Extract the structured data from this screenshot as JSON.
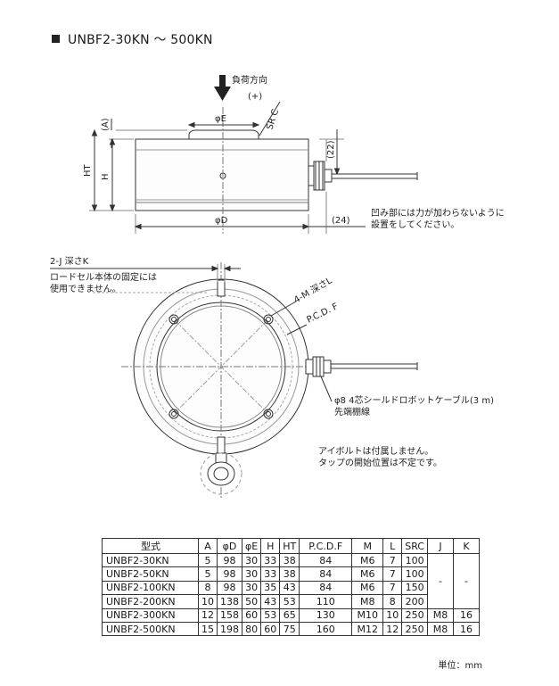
{
  "title": "UNBF2-30KN ～ 500KN",
  "side_view": {
    "load_direction": "負荷方向",
    "plus": "(+)",
    "phi_e": "φE",
    "src": "SR C",
    "a": "(A)",
    "ht": "HT",
    "h": "H",
    "dim_22": "(22)",
    "phi_d": "φD",
    "dim_24": "(24)",
    "note_lines": [
      "凹み部には力が加わらないように",
      "設置をしてください。"
    ]
  },
  "top_view": {
    "j_label": "2-J 深さK",
    "j_note_lines": [
      "ロードセル本体の固定には",
      "使用できません。"
    ],
    "m_label": "4-M 深さL",
    "pcd_label": "P.C.D. F",
    "cable_lines": [
      "φ8 4芯シールドロボットケーブル(3 m)",
      "先端棚線"
    ],
    "eyebolt_lines": [
      "アイボルトは付属しません。",
      "タップの開始位置は不定です。"
    ]
  },
  "table": {
    "headers": [
      "型式",
      "A",
      "φD",
      "φE",
      "H",
      "HT",
      "P.C.D.F",
      "M",
      "L",
      "SRC",
      "J",
      "K"
    ],
    "rows": [
      [
        "UNBF2-30KN",
        "5",
        "98",
        "30",
        "33",
        "38",
        "84",
        "M6",
        "7",
        "100"
      ],
      [
        "UNBF2-50KN",
        "5",
        "98",
        "30",
        "33",
        "38",
        "84",
        "M6",
        "7",
        "100"
      ],
      [
        "UNBF2-100KN",
        "8",
        "98",
        "30",
        "35",
        "43",
        "84",
        "M6",
        "7",
        "150"
      ],
      [
        "UNBF2-200KN",
        "10",
        "138",
        "50",
        "43",
        "53",
        "110",
        "M8",
        "8",
        "200"
      ],
      [
        "UNBF2-300KN",
        "12",
        "158",
        "60",
        "53",
        "65",
        "130",
        "M10",
        "10",
        "250",
        "M8",
        "16"
      ],
      [
        "UNBF2-500KN",
        "15",
        "198",
        "80",
        "60",
        "75",
        "160",
        "M12",
        "12",
        "250",
        "M8",
        "16"
      ]
    ],
    "dash": "-"
  },
  "unit": "単位：mm"
}
